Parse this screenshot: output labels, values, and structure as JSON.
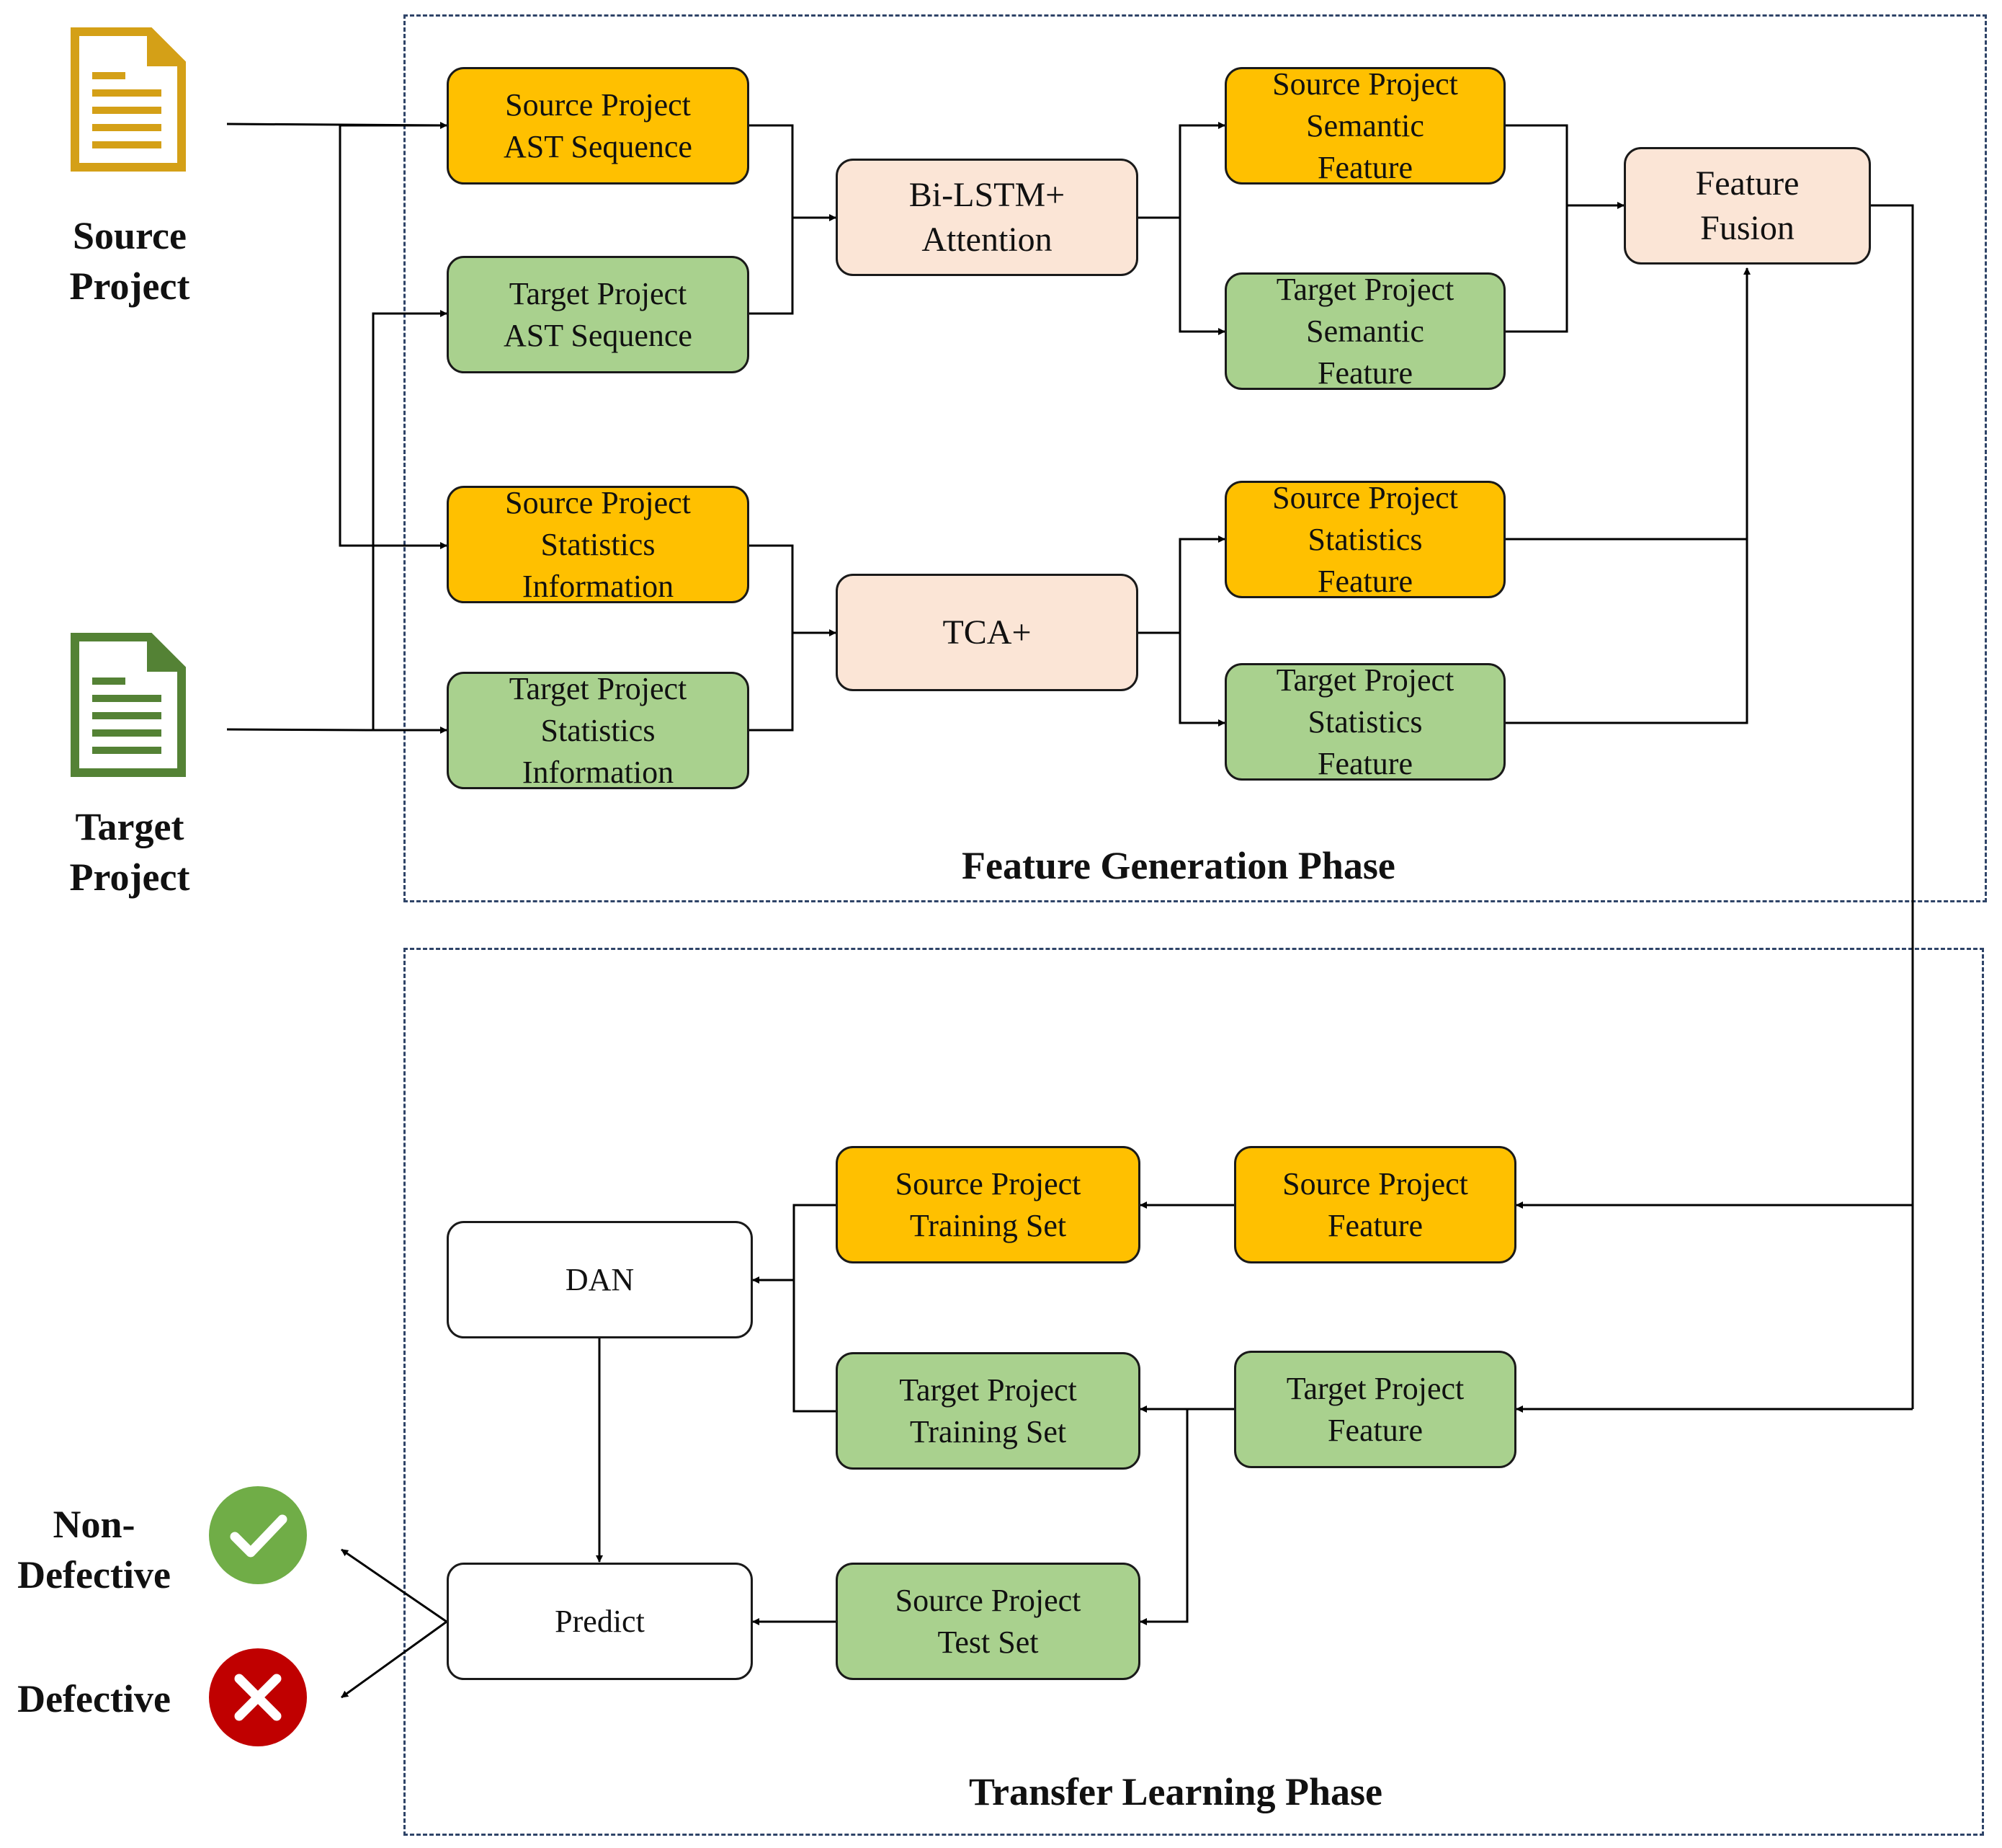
{
  "inputs": {
    "source_label": [
      "Source",
      "Project"
    ],
    "target_label": [
      "Target",
      "Project"
    ]
  },
  "phases": {
    "feature_generation": "Feature Generation Phase",
    "transfer_learning": "Transfer Learning Phase"
  },
  "nodes": {
    "src_ast": [
      "Source Project",
      "AST Sequence"
    ],
    "tgt_ast": [
      "Target Project",
      "AST Sequence"
    ],
    "src_stats_info": [
      "Source Project",
      "Statistics",
      "Information"
    ],
    "tgt_stats_info": [
      "Target Project",
      "Statistics",
      "Information"
    ],
    "bilstm": [
      "Bi-LSTM+",
      "Attention"
    ],
    "tca": [
      "TCA+"
    ],
    "src_sem": [
      "Source Project",
      "Semantic",
      "Feature"
    ],
    "tgt_sem": [
      "Target Project",
      "Semantic",
      "Feature"
    ],
    "src_stat_feat": [
      "Source Project",
      "Statistics",
      "Feature"
    ],
    "tgt_stat_feat": [
      "Target Project",
      "Statistics",
      "Feature"
    ],
    "fusion": [
      "Feature",
      "Fusion"
    ],
    "src_feature": [
      "Source Project",
      "Feature"
    ],
    "tgt_feature": [
      "Target Project",
      "Feature"
    ],
    "src_train": [
      "Source Project",
      "Training Set"
    ],
    "tgt_train": [
      "Target Project",
      "Training Set"
    ],
    "src_test": [
      "Source Project",
      "Test Set"
    ],
    "dan": [
      "DAN"
    ],
    "predict": [
      "Predict"
    ]
  },
  "outcomes": {
    "non_defective": [
      "Non-",
      "Defective"
    ],
    "defective": [
      "Defective"
    ]
  },
  "colors": {
    "source": "#ffc000",
    "target": "#a9d18e",
    "process": "#fbe5d6",
    "model": "#ffffff",
    "source_icon": "#d4a017",
    "target_icon": "#548235",
    "check": "#70ad47",
    "cross": "#c00000",
    "phase_border": "#2f4468"
  },
  "icons": {
    "source_doc": "document-icon",
    "target_doc": "document-icon",
    "non_defective": "checkmark-icon",
    "defective": "cross-icon"
  }
}
